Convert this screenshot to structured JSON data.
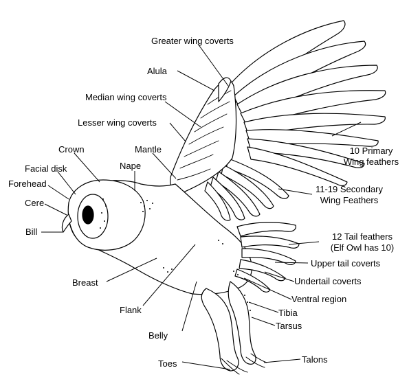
{
  "labels": {
    "greater_wing_coverts": "Greater wing coverts",
    "alula": "Alula",
    "median_wing_coverts": "Median wing coverts",
    "lesser_wing_coverts": "Lesser wing coverts",
    "mantle": "Mantle",
    "nape": "Nape",
    "crown": "Crown",
    "facial_disk": "Facial disk",
    "forehead": "Forehead",
    "cere": "Cere",
    "bill": "Bill",
    "breast": "Breast",
    "flank": "Flank",
    "belly": "Belly",
    "toes": "Toes",
    "talons": "Talons",
    "primary_line1": "10 Primary",
    "primary_line2": "Wing feathers",
    "secondary_line1": "11-19 Secondary",
    "secondary_line2": "Wing Feathers",
    "tail_line1": "12 Tail feathers",
    "tail_line2": "(Elf Owl has 10)",
    "upper_tail_coverts": "Upper tail coverts",
    "undertail_coverts": "Undertail coverts",
    "ventral_region": "Ventral region",
    "tibia": "Tibia",
    "tarsus": "Tarsus"
  },
  "colors": {
    "ink": "#000000",
    "paper": "#ffffff"
  }
}
